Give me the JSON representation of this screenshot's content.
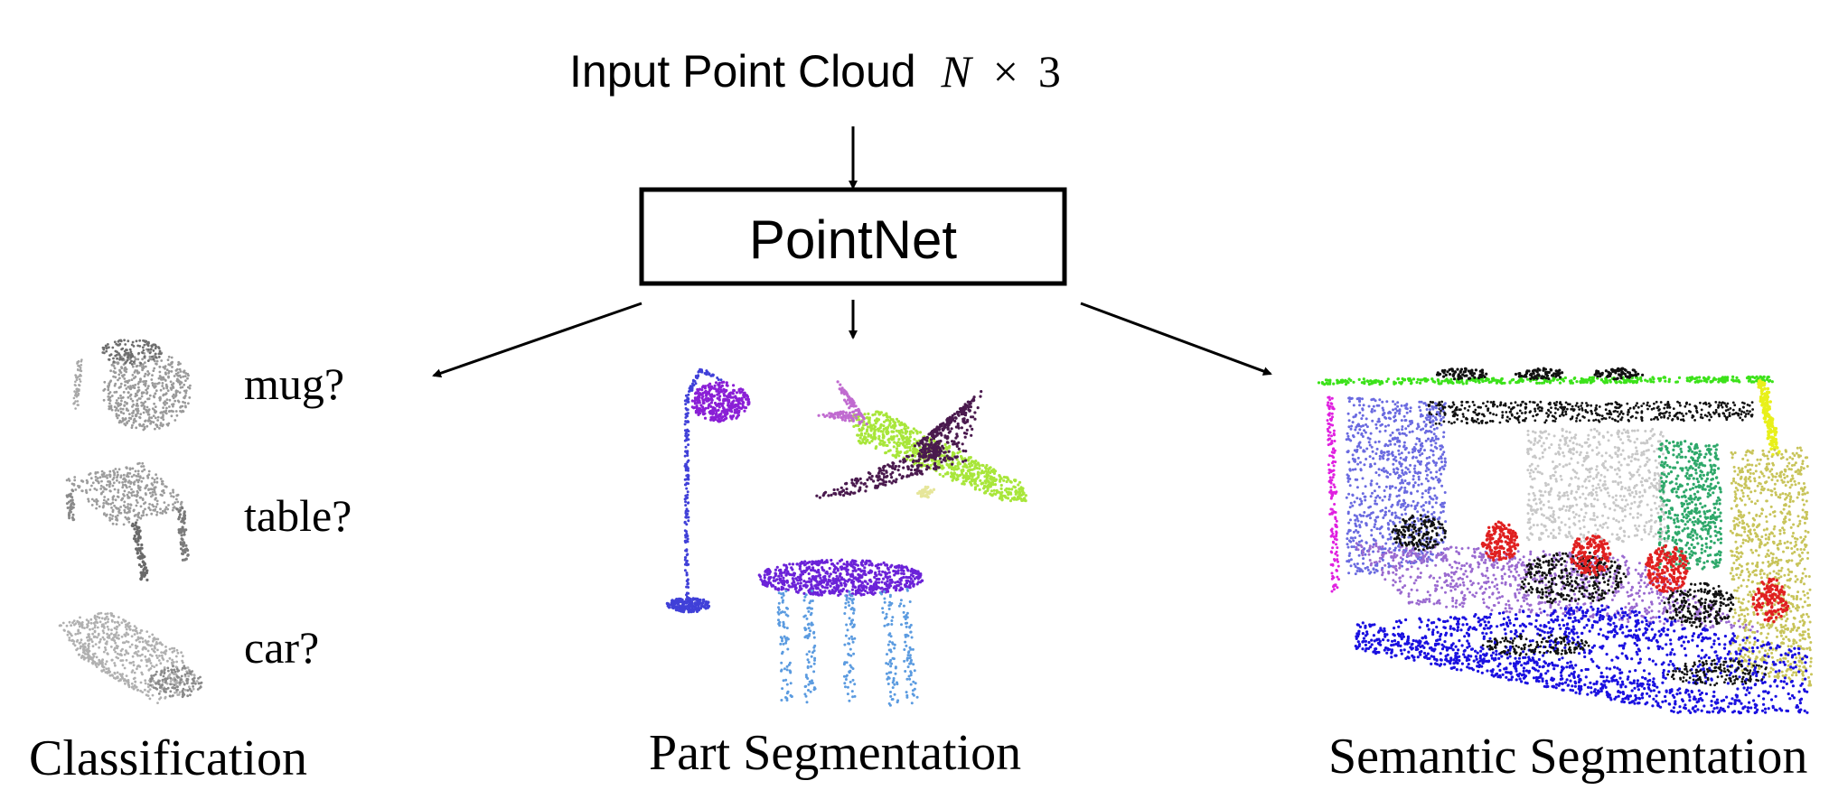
{
  "input": {
    "label": "Input Point Cloud",
    "var": "N",
    "times": "×",
    "dim": "3"
  },
  "network": {
    "label": "PointNet"
  },
  "classification": {
    "title": "Classification",
    "labels": [
      "mug?",
      "table?",
      "car?"
    ]
  },
  "part_segmentation": {
    "title": "Part Segmentation"
  },
  "semantic_segmentation": {
    "title": "Semantic Segmentation"
  },
  "colors": {
    "ink": "#000000",
    "gray_points": "#8c8c8c",
    "lamp_purple": "#8a1fd6",
    "lamp_blue": "#4040d8",
    "plane_green": "#a8e63a",
    "plane_dark": "#4a1a4e",
    "plane_pink": "#c06bd0",
    "plane_cream": "#e6e69a",
    "table_top": "#6b22d8",
    "table_legs": "#5b9be0",
    "room_green": "#3ce21a",
    "room_black": "#111111",
    "room_blue": "#1a10e0",
    "room_lavender": "#6a6ae0",
    "room_gray": "#c8c8c8",
    "room_teal": "#2ea86a",
    "room_yellow": "#e8f01a",
    "room_olive": "#c8c45a",
    "room_red": "#e02020",
    "room_magenta": "#e020e0",
    "room_lilac": "#9a6ad0"
  }
}
